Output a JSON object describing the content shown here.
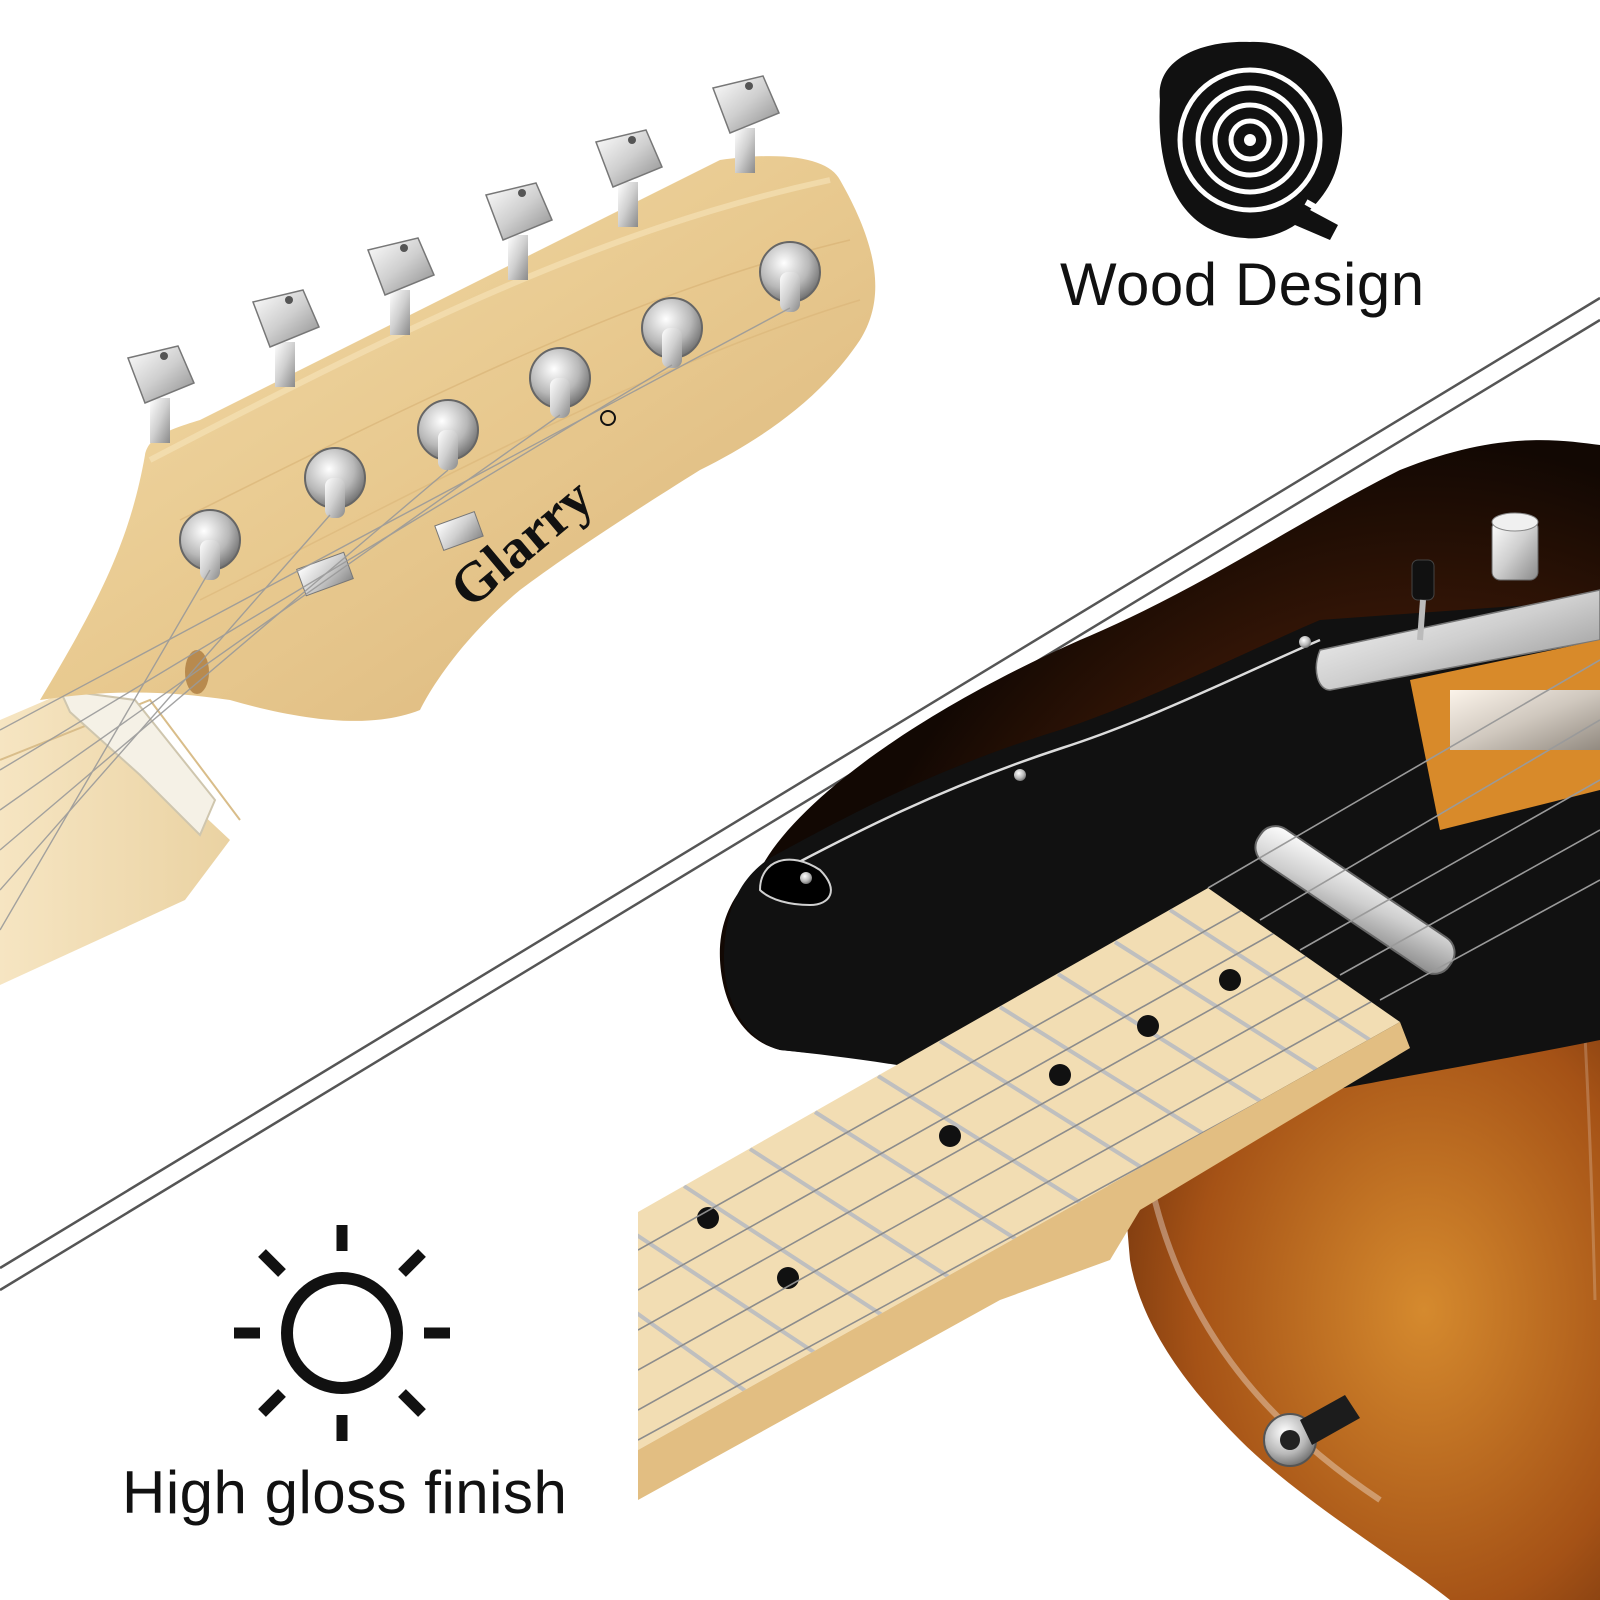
{
  "features": {
    "wood": {
      "label": "Wood Design",
      "icon": "tree-rings-icon"
    },
    "gloss": {
      "label": "High gloss finish",
      "icon": "sun-icon"
    }
  },
  "brand": {
    "logo_text": "Glarry"
  },
  "colors": {
    "maple": "#e8cc98",
    "fretboard": "#f0dcb2",
    "sunburst_edge": "#1a0c04",
    "sunburst_center": "#c87a26",
    "pickguard": "#111111",
    "chrome": "#d8d8d8",
    "text": "#111111"
  }
}
